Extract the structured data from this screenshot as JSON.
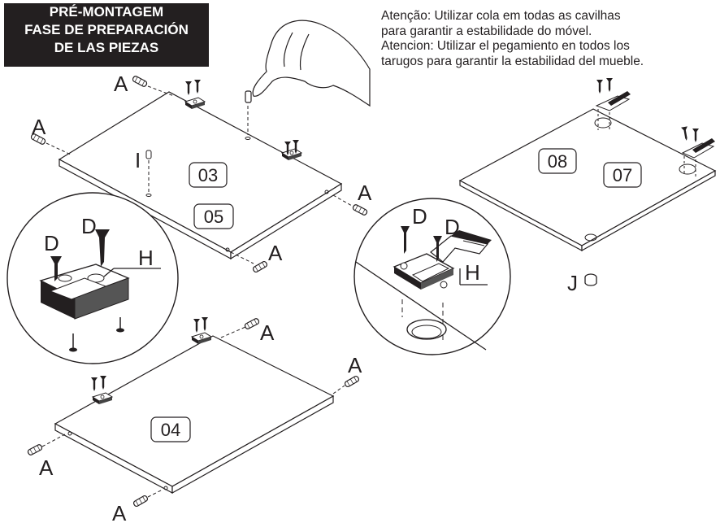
{
  "title": [
    "PRÉ-MONTAGEM",
    "FASE DE PREPARACIÓN",
    "DE LAS PIEZAS"
  ],
  "notes": [
    "Atenção: Utilizar cola em todas as cavilhas",
    "para garantir a estabilidade do móvel.",
    "Atencion: Utilizar el pegamiento en todos los",
    "tarugos para garantir la estabilidad del mueble."
  ],
  "panels": {
    "top_a": "03",
    "top_b": "05",
    "bottom": "04",
    "right_a": "08",
    "right_b": "07"
  },
  "part_labels": {
    "dowel": "A",
    "screw": "D",
    "mounting_plate": "H",
    "hole_marker": "I",
    "cap": "J"
  }
}
